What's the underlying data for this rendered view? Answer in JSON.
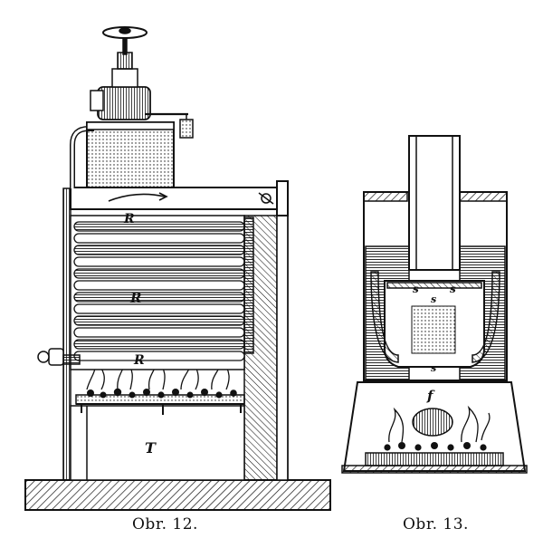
{
  "figure_12": {
    "caption": "Obr. 12.",
    "labels": {
      "rail_top": "R",
      "rail_middle": "R",
      "rail_bottom": "R",
      "ashpit": "T"
    }
  },
  "figure_13": {
    "caption": "Obr. 13.",
    "labels": {
      "s_left": "s",
      "s_right": "s",
      "s_inner": "s",
      "s_lower": "s",
      "firebox": "f"
    }
  },
  "colors": {
    "ink": "#111111",
    "paper": "#ffffff"
  }
}
